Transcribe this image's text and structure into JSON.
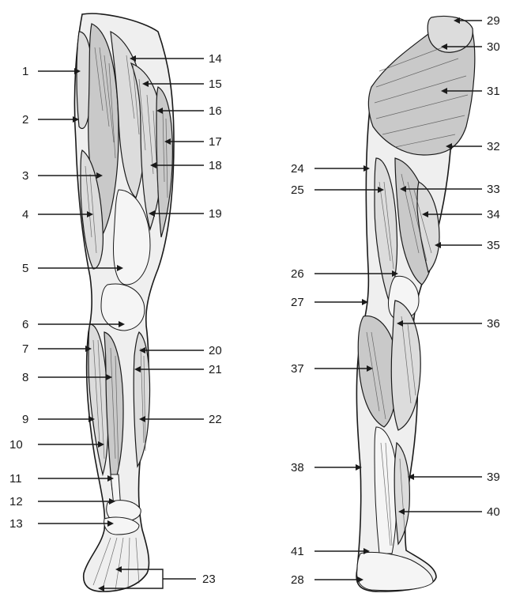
{
  "diagram": {
    "labels": [
      {
        "id": "1",
        "text": "1"
      },
      {
        "id": "2",
        "text": "2"
      },
      {
        "id": "3",
        "text": "3"
      },
      {
        "id": "4",
        "text": "4"
      },
      {
        "id": "5",
        "text": "5"
      },
      {
        "id": "6",
        "text": "6"
      },
      {
        "id": "7",
        "text": "7"
      },
      {
        "id": "8",
        "text": "8"
      },
      {
        "id": "9",
        "text": "9"
      },
      {
        "id": "10",
        "text": "10"
      },
      {
        "id": "11",
        "text": "11"
      },
      {
        "id": "12",
        "text": "12"
      },
      {
        "id": "13",
        "text": "13"
      },
      {
        "id": "14",
        "text": "14"
      },
      {
        "id": "15",
        "text": "15"
      },
      {
        "id": "16",
        "text": "16"
      },
      {
        "id": "17",
        "text": "17"
      },
      {
        "id": "18",
        "text": "18"
      },
      {
        "id": "19",
        "text": "19"
      },
      {
        "id": "20",
        "text": "20"
      },
      {
        "id": "21",
        "text": "21"
      },
      {
        "id": "22",
        "text": "22"
      },
      {
        "id": "23",
        "text": "23"
      },
      {
        "id": "24",
        "text": "24"
      },
      {
        "id": "25",
        "text": "25"
      },
      {
        "id": "26",
        "text": "26"
      },
      {
        "id": "27",
        "text": "27"
      },
      {
        "id": "28",
        "text": "28"
      },
      {
        "id": "29",
        "text": "29"
      },
      {
        "id": "30",
        "text": "30"
      },
      {
        "id": "31",
        "text": "31"
      },
      {
        "id": "32",
        "text": "32"
      },
      {
        "id": "33",
        "text": "33"
      },
      {
        "id": "34",
        "text": "34"
      },
      {
        "id": "35",
        "text": "35"
      },
      {
        "id": "36",
        "text": "36"
      },
      {
        "id": "37",
        "text": "37"
      },
      {
        "id": "38",
        "text": "38"
      },
      {
        "id": "39",
        "text": "39"
      },
      {
        "id": "40",
        "text": "40"
      },
      {
        "id": "41",
        "text": "41"
      }
    ]
  }
}
